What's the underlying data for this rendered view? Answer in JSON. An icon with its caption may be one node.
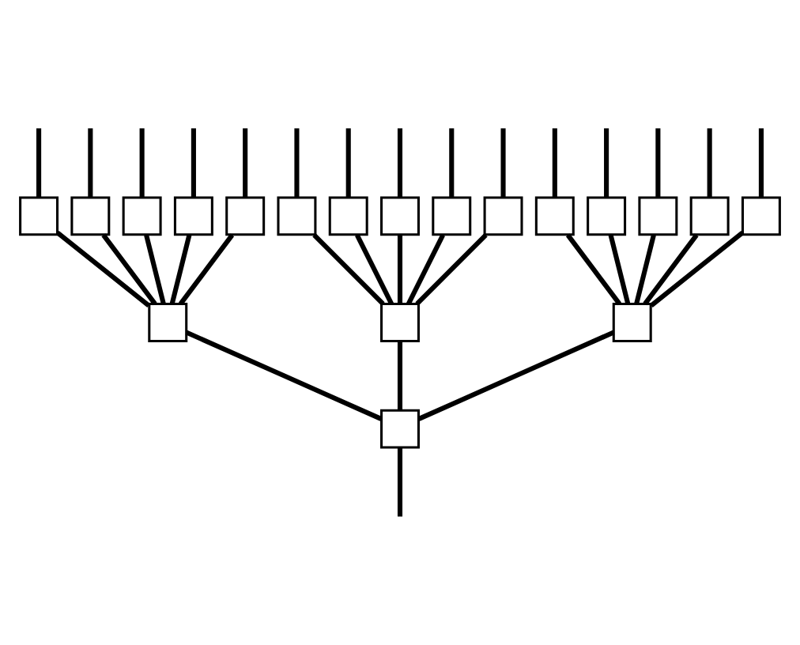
{
  "diagram": {
    "nodes": [
      {
        "text": [],
        "shape": "box"
      },
      {
        "text": [],
        "shape": "box"
      },
      {
        "text": [],
        "shape": "box"
      },
      {
        "text": [],
        "shape": "box"
      },
      {
        "text": [],
        "shape": "box"
      },
      {
        "text": [],
        "shape": "box"
      },
      {
        "text": [],
        "shape": "box"
      },
      {
        "text": [],
        "shape": "box"
      },
      {
        "text": [],
        "shape": "box"
      },
      {
        "text": [],
        "shape": "box"
      },
      {
        "text": [],
        "shape": "box"
      },
      {
        "text": [],
        "shape": "box"
      },
      {
        "text": [],
        "shape": "box"
      },
      {
        "text": [],
        "shape": "box"
      },
      {
        "text": [],
        "shape": "box"
      },
      {
        "text": [],
        "shape": "box"
      },
      {
        "text": [],
        "shape": "box"
      },
      {
        "text": [],
        "shape": "box"
      },
      {
        "text": [],
        "shape": "box"
      }
    ],
    "edges": [
      {
        "from": null,
        "to": 0,
        "arrow": "none"
      },
      {
        "from": 0,
        "to": 1,
        "arrow": "none"
      },
      {
        "from": 0,
        "to": 2,
        "arrow": "none"
      },
      {
        "from": 0,
        "to": 3,
        "arrow": "none"
      },
      {
        "from": 1,
        "to": 4,
        "arrow": "none"
      },
      {
        "from": 1,
        "to": 5,
        "arrow": "none"
      },
      {
        "from": 1,
        "to": 6,
        "arrow": "none"
      },
      {
        "from": 1,
        "to": 7,
        "arrow": "none"
      },
      {
        "from": 1,
        "to": 8,
        "arrow": "none"
      },
      {
        "from": 2,
        "to": 9,
        "arrow": "none"
      },
      {
        "from": 2,
        "to": 10,
        "arrow": "none"
      },
      {
        "from": 2,
        "to": 11,
        "arrow": "none"
      },
      {
        "from": 2,
        "to": 12,
        "arrow": "none"
      },
      {
        "from": 2,
        "to": 13,
        "arrow": "none"
      },
      {
        "from": 3,
        "to": 14,
        "arrow": "none"
      },
      {
        "from": 3,
        "to": 15,
        "arrow": "none"
      },
      {
        "from": 3,
        "to": 16,
        "arrow": "none"
      },
      {
        "from": 3,
        "to": 17,
        "arrow": "none"
      },
      {
        "from": 3,
        "to": 18,
        "arrow": "none"
      },
      {
        "from": 4,
        "to": null,
        "arrow": "none"
      },
      {
        "from": 5,
        "to": null,
        "arrow": "none"
      },
      {
        "from": 6,
        "to": null,
        "arrow": "none"
      },
      {
        "from": 7,
        "to": null,
        "arrow": "none"
      },
      {
        "from": 8,
        "to": null,
        "arrow": "none"
      },
      {
        "from": 9,
        "to": null,
        "arrow": "none"
      },
      {
        "from": 10,
        "to": null,
        "arrow": "none"
      },
      {
        "from": 11,
        "to": null,
        "arrow": "none"
      },
      {
        "from": 12,
        "to": null,
        "arrow": "none"
      },
      {
        "from": 13,
        "to": null,
        "arrow": "none"
      },
      {
        "from": 14,
        "to": null,
        "arrow": "none"
      },
      {
        "from": 15,
        "to": null,
        "arrow": "none"
      },
      {
        "from": 16,
        "to": null,
        "arrow": "none"
      },
      {
        "from": 17,
        "to": null,
        "arrow": "none"
      },
      {
        "from": 18,
        "to": null,
        "arrow": "none"
      }
    ]
  }
}
